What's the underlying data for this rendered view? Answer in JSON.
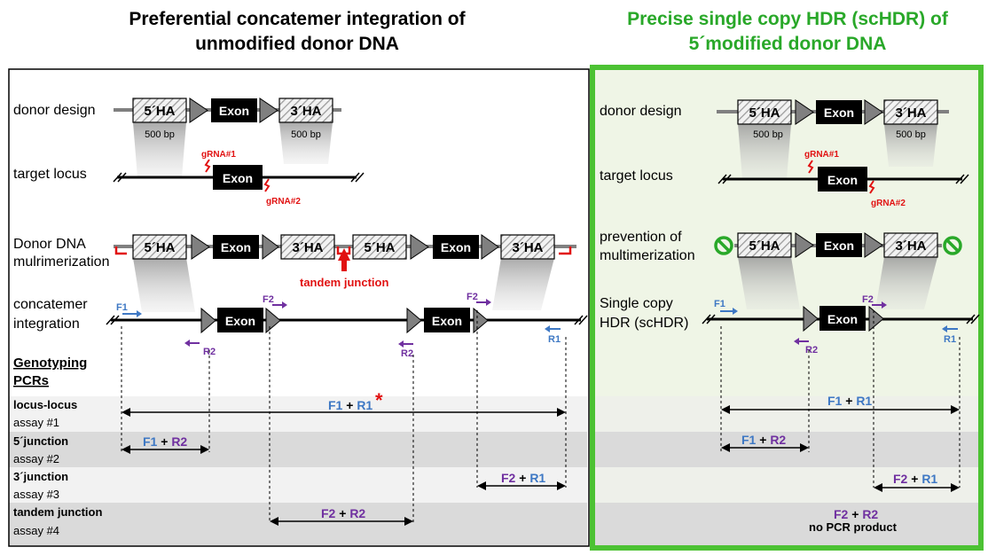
{
  "left_panel": {
    "title_line1": "Preferential concatemer integration of",
    "title_line2": "unmodified  donor DNA",
    "row_labels": {
      "donor_design": "donor design",
      "target_locus": "target locus",
      "mult_line1": "Donor DNA",
      "mult_line2": "mulrimerization",
      "concat_line1": "concatemer",
      "concat_line2": "integration",
      "genotyping_line1": "Genotyping",
      "genotyping_line2": "PCRs"
    },
    "tandem_junction": "tandem junction"
  },
  "right_panel": {
    "title_line1": "Precise single copy HDR (scHDR) of",
    "title_line2": "5´modified donor DNA",
    "row_labels": {
      "donor_design": "donor design",
      "target_locus": "target locus",
      "prevention_line1": "prevention of",
      "prevention_line2": "multimerization",
      "schdr_line1": "Single copy",
      "schdr_line2": "HDR (scHDR)"
    },
    "no_product": "no PCR product"
  },
  "elements": {
    "ha5": "5´HA",
    "ha3": "3´HA",
    "exon": "Exon",
    "bp500": "500 bp",
    "grna1": "gRNA#1",
    "grna2": "gRNA#2"
  },
  "primers": {
    "F1": "F1",
    "R1": "R1",
    "F2": "F2",
    "R2": "R2",
    "plus": " + ",
    "asterisk": "*"
  },
  "assays": [
    {
      "name": "locus-locus",
      "id": "assay #1"
    },
    {
      "name": "5´junction",
      "id": "assay #2"
    },
    {
      "name": "3´junction",
      "id": "assay #3"
    },
    {
      "name": "tandem junction",
      "id": "assay #4"
    }
  ],
  "colors": {
    "green": "#29a829",
    "right_border": "#4cc233",
    "right_bg": "#eff5e6",
    "red": "#e11111",
    "primer_blue": "#3e78c4",
    "primer_purple": "#7030a0"
  }
}
